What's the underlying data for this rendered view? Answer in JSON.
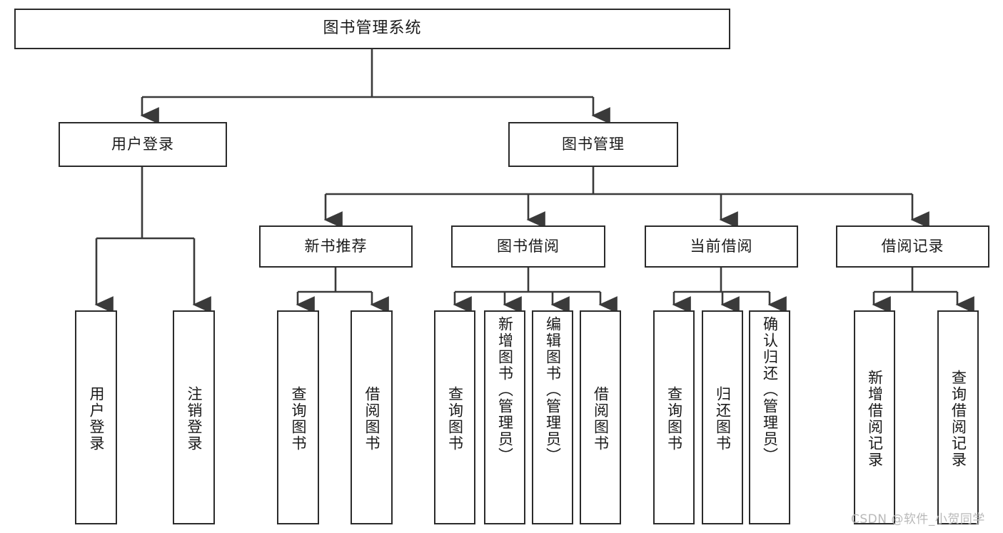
{
  "diagram": {
    "type": "tree-hierarchy",
    "title": "图书管理系统",
    "orientation": "top-down",
    "colors": {
      "box_border": "#2b2b2b",
      "box_fill": "#ffffff",
      "connector": "#3a3a3a",
      "text": "#1a1a1a",
      "watermark": "#b9b9b9",
      "background": "#ffffff"
    },
    "root": {
      "label": "图书管理系统"
    },
    "level1": [
      {
        "label": "用户登录"
      },
      {
        "label": "图书管理"
      }
    ],
    "level2": [
      {
        "label": "新书推荐"
      },
      {
        "label": "图书借阅"
      },
      {
        "label": "当前借阅"
      },
      {
        "label": "借阅记录"
      }
    ],
    "leaves": {
      "user_login": [
        {
          "label": "用户登录"
        },
        {
          "label": "注销登录"
        }
      ],
      "new_book_recommend": [
        {
          "label": "查询图书"
        },
        {
          "label": "借阅图书"
        }
      ],
      "book_borrow": [
        {
          "label": "查询图书"
        },
        {
          "label": "新增图书（管理员）"
        },
        {
          "label": "编辑图书（管理员）"
        },
        {
          "label": "借阅图书"
        }
      ],
      "current_borrow": [
        {
          "label": "查询图书"
        },
        {
          "label": "归还图书"
        },
        {
          "label": "确认归还（管理员）"
        }
      ],
      "borrow_record": [
        {
          "label": "新增借阅记录"
        },
        {
          "label": "查询借阅记录"
        }
      ]
    },
    "watermark": "CSDN @软件_小贺同学"
  }
}
